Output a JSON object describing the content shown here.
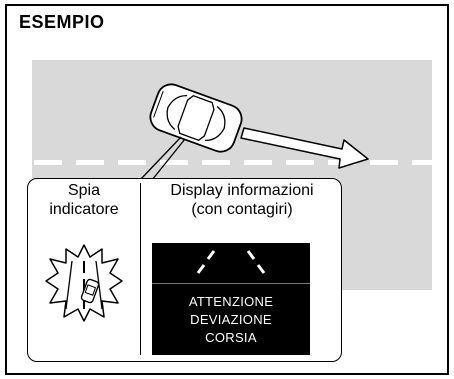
{
  "header": {
    "title": "ESEMPIO"
  },
  "callout": {
    "warning_light_label": [
      "Spia",
      "indicatore"
    ],
    "display_label": [
      "Display informazioni",
      "(con contagiri)"
    ],
    "display_message": [
      "ATTENZIONE",
      "DEVIAZIONE",
      "CORSIA"
    ]
  },
  "colors": {
    "road": "#d9d9d9",
    "lane_marking": "#ffffff",
    "screen": "#000000"
  },
  "icons": [
    "car-icon",
    "arrow-right-icon",
    "lane-departure-warning-icon",
    "lane-lines-icon"
  ]
}
